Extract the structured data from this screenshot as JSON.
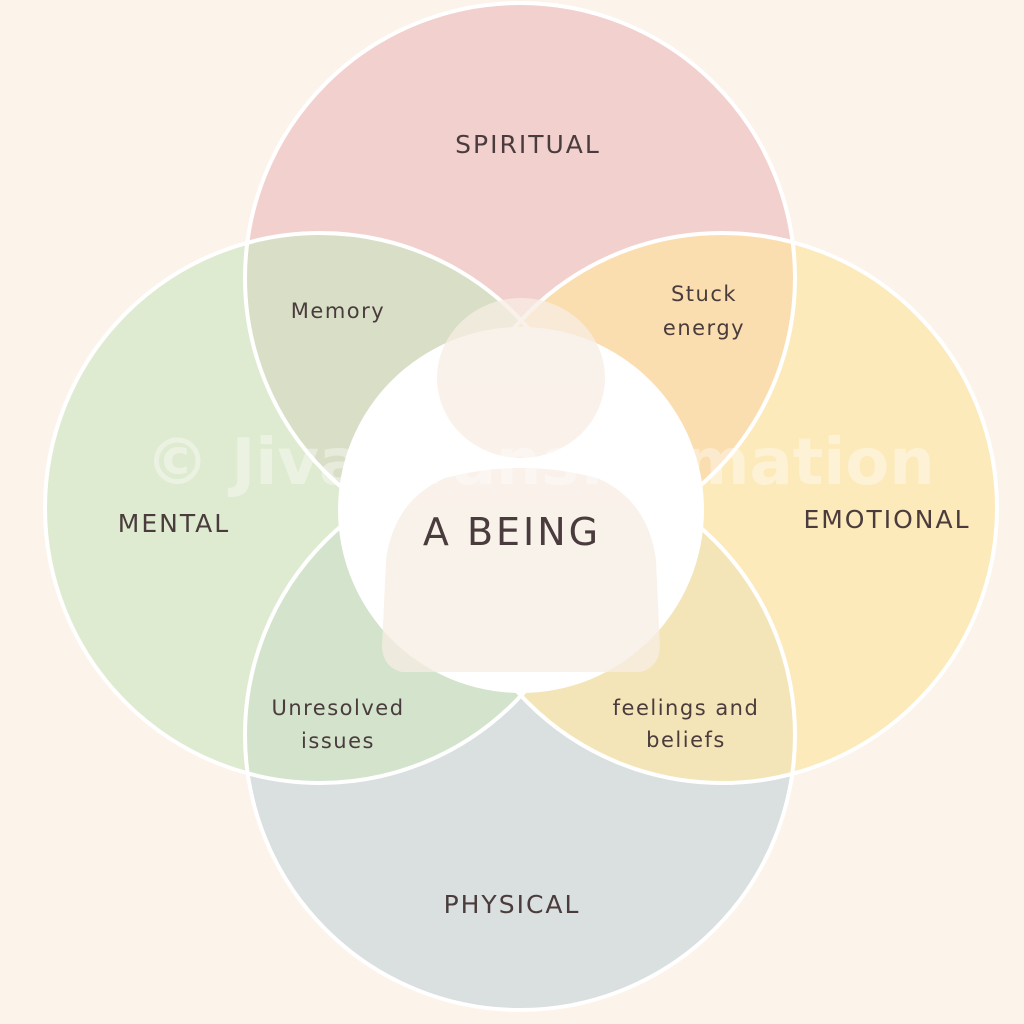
{
  "diagram": {
    "domains": {
      "spiritual": {
        "label": "SPIRITUAL",
        "color": "#f2d0cd"
      },
      "mental": {
        "label": "MENTAL",
        "color": "#dfebd1"
      },
      "emotional": {
        "label": "EMOTIONAL",
        "color": "#fdeabb"
      },
      "physical": {
        "label": "PHYSICAL",
        "color": "#dadfdf"
      }
    },
    "overlaps": {
      "spiritual_mental": {
        "lines": [
          "Memory"
        ]
      },
      "spiritual_emotional": {
        "lines": [
          "Stuck",
          "energy"
        ]
      },
      "mental_physical": {
        "lines": [
          "Unresolved",
          "issues"
        ]
      },
      "emotional_physical": {
        "lines": [
          "feelings and",
          "beliefs"
        ]
      }
    },
    "center": {
      "label": "A BEING",
      "icon": "person-silhouette-icon",
      "color": "#ffffff"
    },
    "watermark": "© Jiva Transformation"
  }
}
